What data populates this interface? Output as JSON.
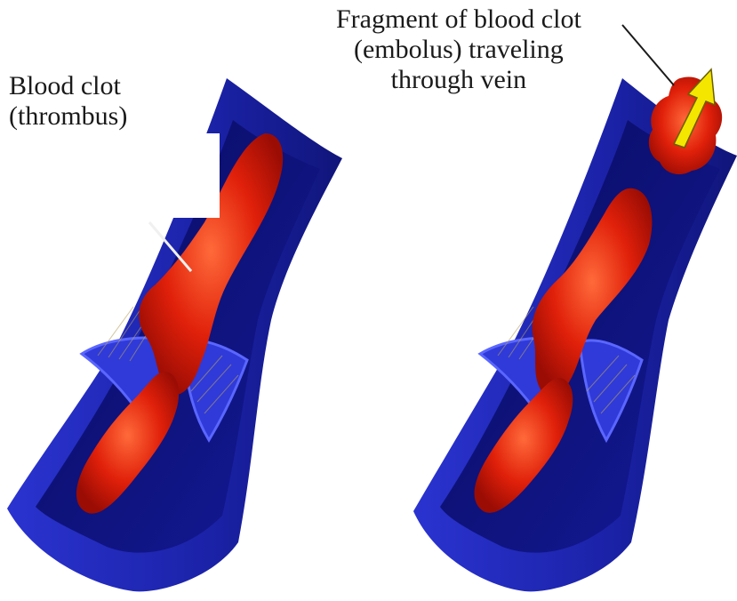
{
  "labels": {
    "thrombus": [
      "Blood clot",
      "(thrombus)"
    ],
    "embolus": [
      "Fragment of blood clot",
      "(embolus) traveling",
      "through vein"
    ]
  },
  "colors": {
    "vein_wall": "#1f26b8",
    "vein_lumen": "#0c0f7a",
    "vein_rim": "#3944e0",
    "clot": "#e0200a",
    "clot_highlight": "#ff5a2a",
    "arrow": "#f5e600"
  },
  "icons": {
    "movement_arrow": "arrow-up-right-icon"
  }
}
